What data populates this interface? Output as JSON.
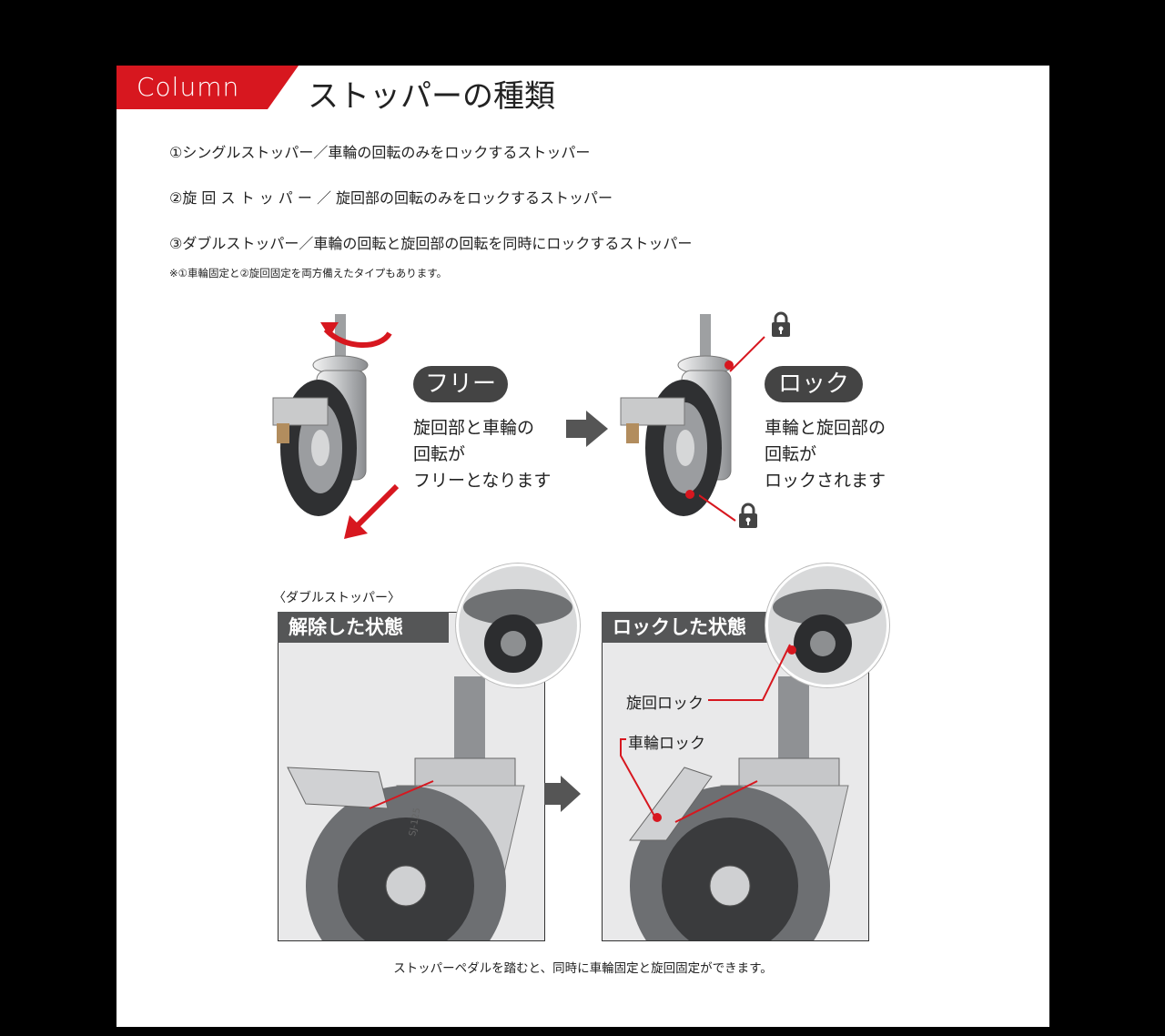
{
  "header": {
    "tag_label": "Column",
    "title": "ストッパーの種類"
  },
  "types": [
    "①シングルストッパー／車輪の回転のみをロックするストッパー",
    "②旋 回 ス ト ッ パ ー ／ 旋回部の回転のみをロックするストッパー",
    "③ダブルストッパー／車輪の回転と旋回部の回転を同時にロックするストッパー"
  ],
  "note": "※①車輪固定と②旋回固定を両方備えたタイプもあります。",
  "free": {
    "pill": "フリー",
    "desc": [
      "旋回部と車輪の",
      "回転が",
      "フリーとなります"
    ]
  },
  "lock": {
    "pill": "ロック",
    "desc": [
      "車輪と旋回部の",
      "回転が",
      "ロックされます"
    ]
  },
  "double": {
    "subtitle": "〈ダブルストッパー〉",
    "released_label": "解除した状態",
    "locked_label": "ロックした状態",
    "swivel_lock": "旋回ロック",
    "wheel_lock": "車輪ロック",
    "model_mark": "SJ-125"
  },
  "caption": "ストッパーペダルを踏むと、同時に車輪固定と旋回固定ができます。",
  "colors": {
    "accent": "#d7171f",
    "dark": "#444444"
  },
  "icons": [
    "rotate-arrow-icon",
    "move-arrow-icon",
    "lock-icon",
    "right-arrow-icon"
  ]
}
